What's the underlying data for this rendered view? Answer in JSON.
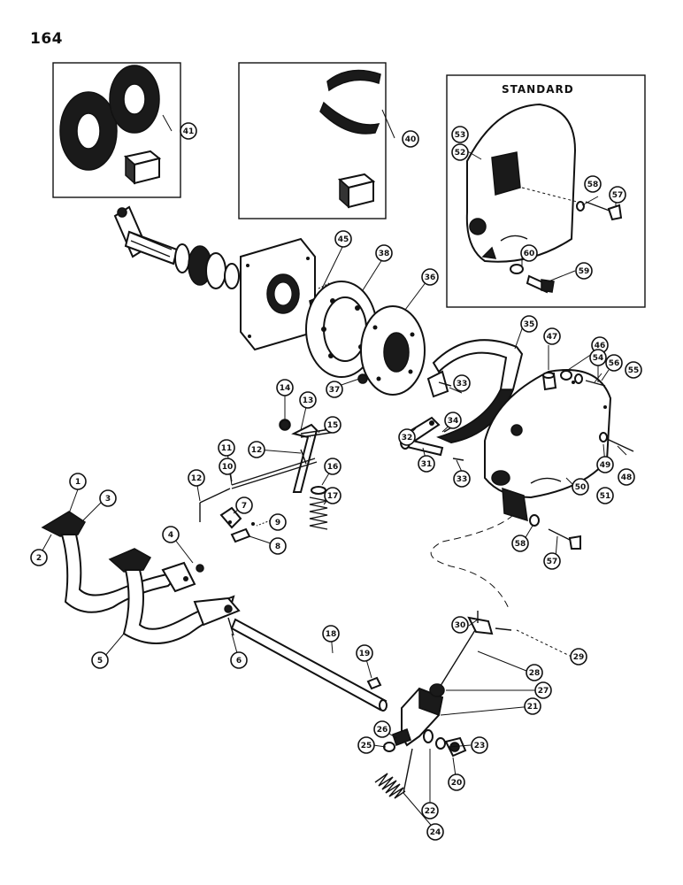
{
  "page": {
    "number": "164"
  },
  "insets": {
    "standard_label": "STANDARD",
    "brake_lining_kit_callout": "40",
    "brake_disc_kit_callout": "41"
  },
  "callouts": [
    {
      "id": "c1",
      "label": "1"
    },
    {
      "id": "c2",
      "label": "2"
    },
    {
      "id": "c3",
      "label": "3"
    },
    {
      "id": "c4",
      "label": "4"
    },
    {
      "id": "c5",
      "label": "5"
    },
    {
      "id": "c6",
      "label": "6"
    },
    {
      "id": "c7",
      "label": "7"
    },
    {
      "id": "c8",
      "label": "8"
    },
    {
      "id": "c9",
      "label": "9"
    },
    {
      "id": "c10",
      "label": "10"
    },
    {
      "id": "c11",
      "label": "11"
    },
    {
      "id": "c12a",
      "label": "12"
    },
    {
      "id": "c12b",
      "label": "12"
    },
    {
      "id": "c13",
      "label": "13"
    },
    {
      "id": "c14",
      "label": "14"
    },
    {
      "id": "c15",
      "label": "15"
    },
    {
      "id": "c16",
      "label": "16"
    },
    {
      "id": "c17",
      "label": "17"
    },
    {
      "id": "c18",
      "label": "18"
    },
    {
      "id": "c19",
      "label": "19"
    },
    {
      "id": "c20",
      "label": "20"
    },
    {
      "id": "c21",
      "label": "21"
    },
    {
      "id": "c22",
      "label": "22"
    },
    {
      "id": "c23",
      "label": "23"
    },
    {
      "id": "c24",
      "label": "24"
    },
    {
      "id": "c25",
      "label": "25"
    },
    {
      "id": "c26",
      "label": "26"
    },
    {
      "id": "c27",
      "label": "27"
    },
    {
      "id": "c28",
      "label": "28"
    },
    {
      "id": "c29",
      "label": "29"
    },
    {
      "id": "c30",
      "label": "30"
    },
    {
      "id": "c31",
      "label": "31"
    },
    {
      "id": "c32",
      "label": "32"
    },
    {
      "id": "c33a",
      "label": "33"
    },
    {
      "id": "c33b",
      "label": "33"
    },
    {
      "id": "c34",
      "label": "34"
    },
    {
      "id": "c35",
      "label": "35"
    },
    {
      "id": "c36",
      "label": "36"
    },
    {
      "id": "c37",
      "label": "37"
    },
    {
      "id": "c38",
      "label": "38"
    },
    {
      "id": "c45",
      "label": "45"
    },
    {
      "id": "c46",
      "label": "46"
    },
    {
      "id": "c47",
      "label": "47"
    },
    {
      "id": "c48",
      "label": "48"
    },
    {
      "id": "c49",
      "label": "49"
    },
    {
      "id": "c50",
      "label": "50"
    },
    {
      "id": "c51",
      "label": "51"
    },
    {
      "id": "c52",
      "label": "52"
    },
    {
      "id": "c53",
      "label": "53"
    },
    {
      "id": "c54",
      "label": "54"
    },
    {
      "id": "c55",
      "label": "55"
    },
    {
      "id": "c56",
      "label": "56"
    },
    {
      "id": "c57a",
      "label": "57"
    },
    {
      "id": "c57b",
      "label": "57"
    },
    {
      "id": "c58a",
      "label": "58"
    },
    {
      "id": "c58b",
      "label": "58"
    },
    {
      "id": "c59",
      "label": "59"
    },
    {
      "id": "c60",
      "label": "60"
    }
  ]
}
